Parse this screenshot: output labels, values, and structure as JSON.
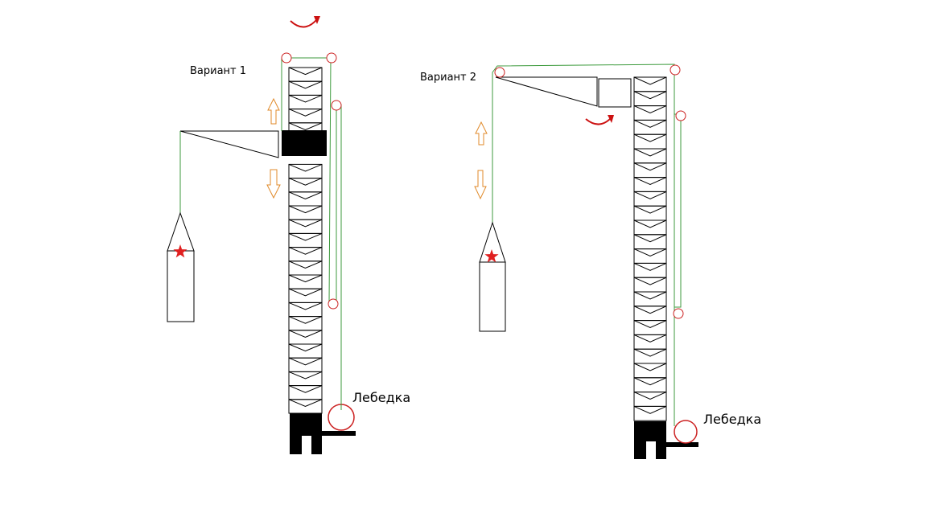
{
  "variant1": {
    "label": "Вариант 1",
    "winch_label": "Лебедка"
  },
  "variant2": {
    "label": "Вариант 2",
    "winch_label": "Лебедка"
  },
  "colors": {
    "rope": "#3c9a3c",
    "pulley": "#cc2222",
    "rotation_arrow": "#cc1111",
    "motion_arrow": "#e08a2a",
    "star": "#e02020",
    "structure": "#000000"
  },
  "icons": {
    "rotation": "curved-arrow-icon",
    "up": "arrow-up-icon",
    "down": "arrow-down-icon",
    "load_mark": "star-icon"
  }
}
